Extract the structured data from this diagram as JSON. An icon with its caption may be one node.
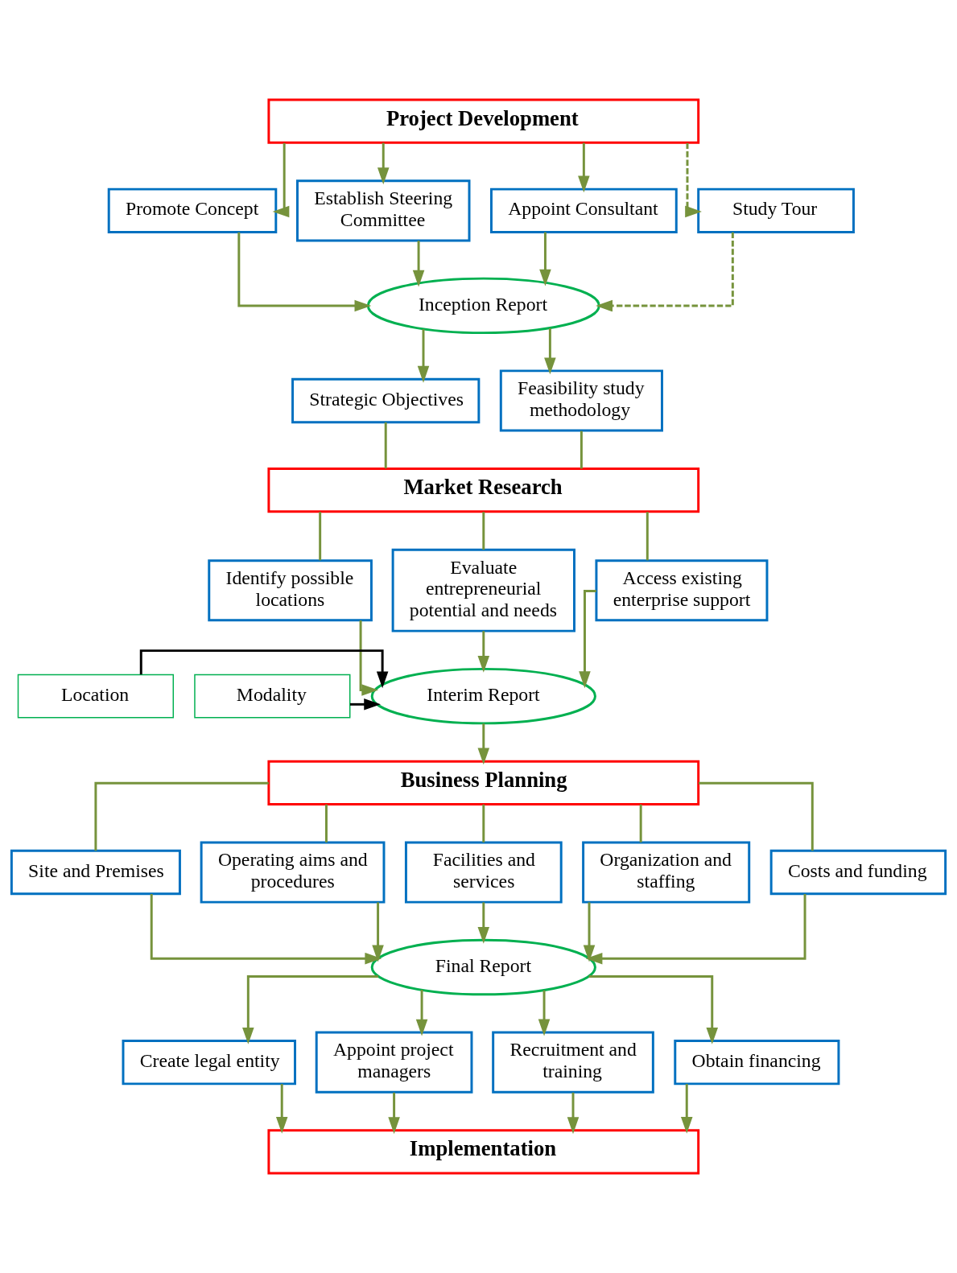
{
  "diagram": {
    "nodes": [
      {
        "text": [
          "Project Development"
        ]
      },
      {
        "text": [
          "Promote Concept"
        ]
      },
      {
        "text": [
          "Establish Steering Committee"
        ]
      },
      {
        "text": [
          "Appoint Consultant"
        ]
      },
      {
        "text": [
          "Study Tour"
        ]
      },
      {
        "text": [
          "Inception Report"
        ]
      },
      {
        "text": [
          "Strategic Objectives"
        ]
      },
      {
        "text": [
          "Feasibility study methodology"
        ]
      },
      {
        "text": [
          "Market Research"
        ]
      },
      {
        "text": [
          "Identify possible locations"
        ]
      },
      {
        "text": [
          "Evaluate entrepreneurial potential and needs"
        ]
      },
      {
        "text": [
          "Access existing enterprise support"
        ]
      },
      {
        "text": [
          "Location"
        ]
      },
      {
        "text": [
          "Interim Report"
        ]
      },
      {
        "text": [
          "Modality"
        ]
      },
      {
        "text": [
          "Business Planning"
        ]
      },
      {
        "text": [
          "Site and Premises"
        ]
      },
      {
        "text": [
          "Operating aims and procedures"
        ]
      },
      {
        "text": [
          "Facilities and services"
        ]
      },
      {
        "text": [
          "Organization and staffing"
        ]
      },
      {
        "text": [
          "Costs and funding"
        ]
      },
      {
        "text": [
          "Final Report"
        ]
      },
      {
        "text": [
          "Create legal entity"
        ]
      },
      {
        "text": [
          "Appoint project managers"
        ]
      },
      {
        "text": [
          "Recruitment and training"
        ]
      },
      {
        "text": [
          "Obtain financing"
        ]
      },
      {
        "text": [
          "Implementation"
        ]
      }
    ],
    "edges": [
      {
        "from": 0,
        "to": 1,
        "arrow": "to"
      },
      {
        "from": 0,
        "to": 2,
        "arrow": "to"
      },
      {
        "from": 0,
        "to": 3,
        "arrow": "to"
      },
      {
        "from": 0,
        "to": 4,
        "arrow": "to",
        "style": "dashed"
      },
      {
        "from": 1,
        "to": 5,
        "arrow": "to"
      },
      {
        "from": 2,
        "to": 5,
        "arrow": "to"
      },
      {
        "from": 3,
        "to": 5,
        "arrow": "to"
      },
      {
        "from": 4,
        "to": 5,
        "arrow": "to",
        "style": "dashed"
      },
      {
        "from": 5,
        "to": 6,
        "arrow": "to"
      },
      {
        "from": 5,
        "to": 7,
        "arrow": "to"
      },
      {
        "from": 6,
        "to": 8,
        "arrow": "none"
      },
      {
        "from": 7,
        "to": 8,
        "arrow": "none"
      },
      {
        "from": 8,
        "to": 9,
        "arrow": "none"
      },
      {
        "from": 8,
        "to": 10,
        "arrow": "none"
      },
      {
        "from": 8,
        "to": 11,
        "arrow": "none"
      },
      {
        "from": 9,
        "to": 13,
        "arrow": "to"
      },
      {
        "from": 10,
        "to": 13,
        "arrow": "to"
      },
      {
        "from": 11,
        "to": 13,
        "arrow": "to"
      },
      {
        "from": 12,
        "to": 13,
        "arrow": "to",
        "color": "#000000"
      },
      {
        "from": 14,
        "to": 13,
        "arrow": "to",
        "color": "#000000"
      },
      {
        "from": 13,
        "to": 15,
        "arrow": "to"
      },
      {
        "from": 15,
        "to": 16,
        "arrow": "none"
      },
      {
        "from": 15,
        "to": 17,
        "arrow": "none"
      },
      {
        "from": 15,
        "to": 18,
        "arrow": "none"
      },
      {
        "from": 15,
        "to": 19,
        "arrow": "none"
      },
      {
        "from": 15,
        "to": 20,
        "arrow": "none"
      },
      {
        "from": 16,
        "to": 21,
        "arrow": "to"
      },
      {
        "from": 17,
        "to": 21,
        "arrow": "to"
      },
      {
        "from": 18,
        "to": 21,
        "arrow": "to"
      },
      {
        "from": 19,
        "to": 21,
        "arrow": "to"
      },
      {
        "from": 20,
        "to": 21,
        "arrow": "to"
      },
      {
        "from": 21,
        "to": 22,
        "arrow": "to"
      },
      {
        "from": 21,
        "to": 23,
        "arrow": "to"
      },
      {
        "from": 21,
        "to": 24,
        "arrow": "to"
      },
      {
        "from": 21,
        "to": 25,
        "arrow": "to"
      },
      {
        "from": 22,
        "to": 26,
        "arrow": "to"
      },
      {
        "from": 23,
        "to": 26,
        "arrow": "to"
      },
      {
        "from": 24,
        "to": 26,
        "arrow": "to"
      },
      {
        "from": 25,
        "to": 26,
        "arrow": "to"
      }
    ]
  }
}
